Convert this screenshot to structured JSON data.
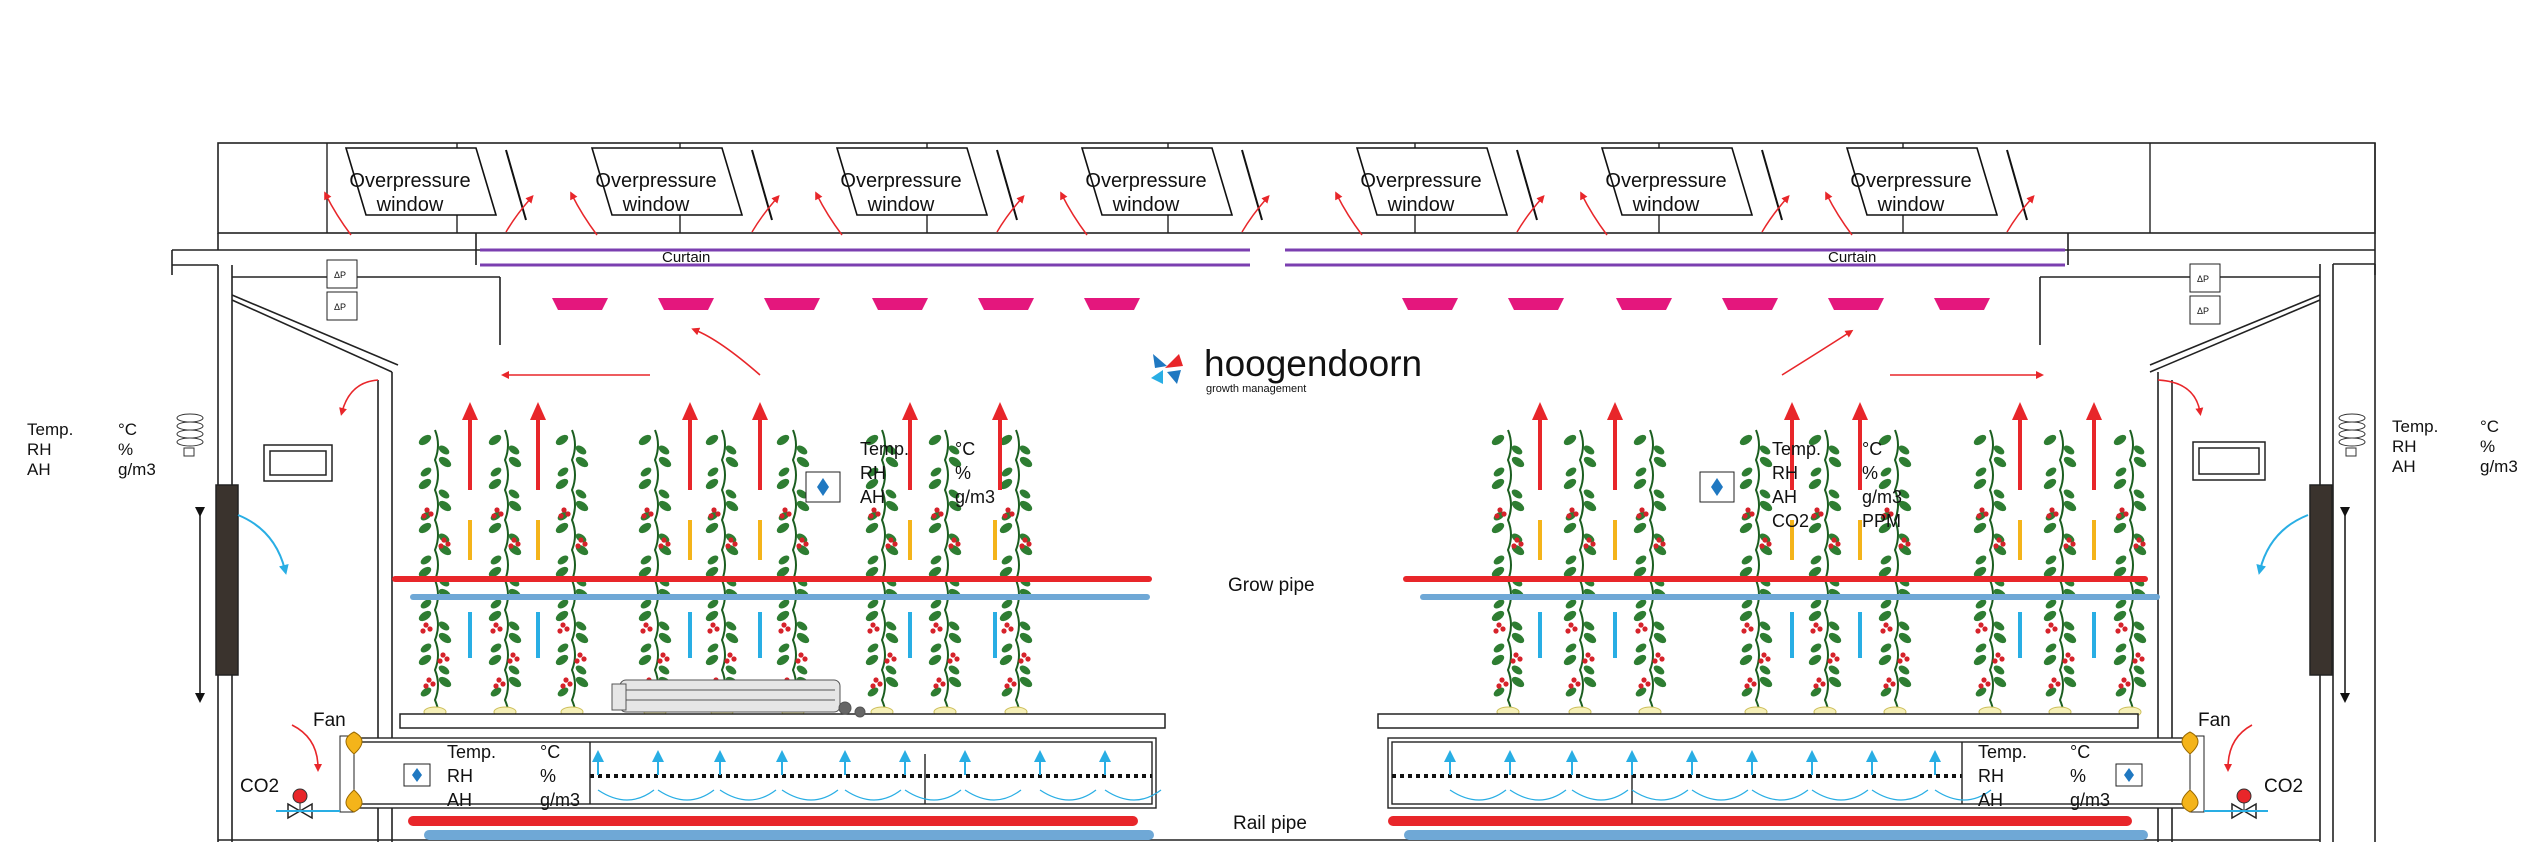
{
  "windows": [
    {
      "line1": "Overpressure",
      "line2": "window"
    },
    {
      "line1": "Overpressure",
      "line2": "window"
    },
    {
      "line1": "Overpressure",
      "line2": "window"
    },
    {
      "line1": "Overpressure",
      "line2": "window"
    },
    {
      "line1": "Overpressure",
      "line2": "window"
    },
    {
      "line1": "Overpressure",
      "line2": "window"
    },
    {
      "line1": "Overpressure",
      "line2": "window"
    }
  ],
  "curtain": {
    "left": "Curtain",
    "right": "Curtain"
  },
  "logo": {
    "name": "hoogendoorn",
    "tagline": "growth management"
  },
  "pipes": {
    "grow": "Grow pipe",
    "rail": "Rail pipe"
  },
  "equipment": {
    "fan": "Fan",
    "co2": "CO2",
    "dp": "ΔP"
  },
  "sensors": {
    "left_outside": {
      "rows": [
        {
          "k": "Temp.",
          "u": "°C"
        },
        {
          "k": "RH",
          "u": "%"
        },
        {
          "k": "AH",
          "u": "g/m3"
        }
      ]
    },
    "right_outside": {
      "rows": [
        {
          "k": "Temp.",
          "u": "°C"
        },
        {
          "k": "RH",
          "u": "%"
        },
        {
          "k": "AH",
          "u": "g/m3"
        }
      ]
    },
    "left_crop": {
      "rows": [
        {
          "k": "Temp.",
          "u": "°C"
        },
        {
          "k": "RH",
          "u": "%"
        },
        {
          "k": "AH",
          "u": "g/m3"
        }
      ]
    },
    "right_crop": {
      "rows": [
        {
          "k": "Temp.",
          "u": "°C"
        },
        {
          "k": "RH",
          "u": "%"
        },
        {
          "k": "AH",
          "u": "g/m3"
        },
        {
          "k": "CO2",
          "u": "PPM"
        }
      ]
    },
    "left_duct": {
      "rows": [
        {
          "k": "Temp.",
          "u": "°C"
        },
        {
          "k": "RH",
          "u": "%"
        },
        {
          "k": "AH",
          "u": "g/m3"
        }
      ]
    },
    "right_duct": {
      "rows": [
        {
          "k": "Temp.",
          "u": "°C"
        },
        {
          "k": "RH",
          "u": "%"
        },
        {
          "k": "AH",
          "u": "g/m3"
        }
      ]
    }
  },
  "colors": {
    "heat": "#e8262a",
    "cool": "#29aee4",
    "warm": "#f4b41a",
    "lamp": "#e4177d",
    "curtain": "#7b3fb0",
    "pipe_blue": "#6fa8d6",
    "leaf": "#2e7d32",
    "stem": "#1b5e20",
    "berry": "#d6222a"
  }
}
